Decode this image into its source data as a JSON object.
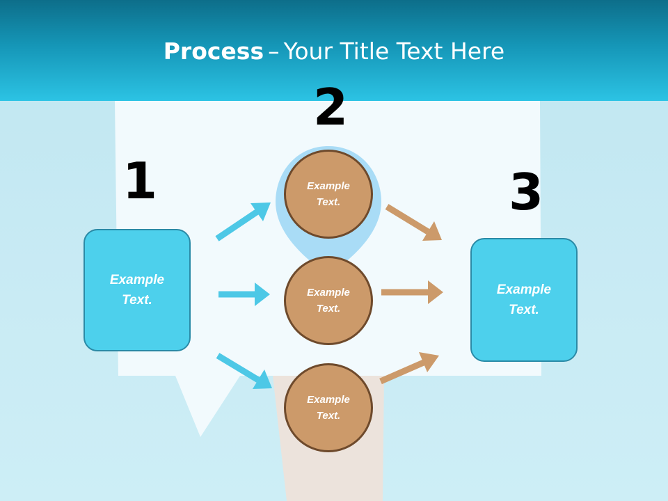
{
  "title": {
    "bold": "Process",
    "separator": "–",
    "rest": "Your Title Text Here"
  },
  "steps": {
    "one": {
      "number": "1",
      "text": "Example Text."
    },
    "two": {
      "number": "2"
    },
    "three": {
      "number": "3",
      "text": "Example Text."
    }
  },
  "circles": [
    {
      "text": "Example Text."
    },
    {
      "text": "Example Text."
    },
    {
      "text": "Example Text."
    }
  ],
  "colors": {
    "header_dark": "#0d6e8a",
    "header_light": "#2cc3e4",
    "box_fill": "#4dd0ec",
    "circle_fill": "#cc9a6a",
    "circle_border": "#6e4a2c",
    "arrow_blue": "#4dc8e6",
    "arrow_tan": "#cc9a6a"
  }
}
